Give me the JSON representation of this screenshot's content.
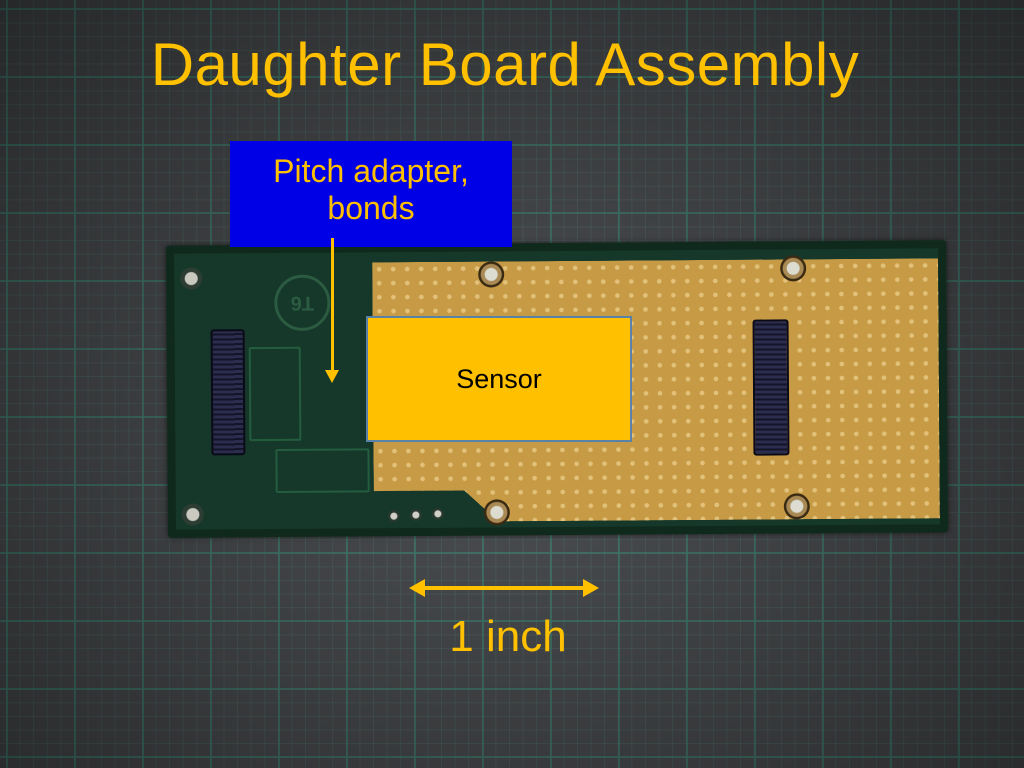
{
  "slide": {
    "title": "Daughter Board Assembly",
    "callout_line1": "Pitch adapter,",
    "callout_line2": "bonds",
    "sensor_label": "Sensor",
    "scale_label": "1 inch",
    "board_marking": "T6"
  },
  "colors": {
    "accent": "#ffc000",
    "callout_bg": "#0000e6",
    "board_green": "#16382a",
    "gold_pads": "#c79a45"
  }
}
